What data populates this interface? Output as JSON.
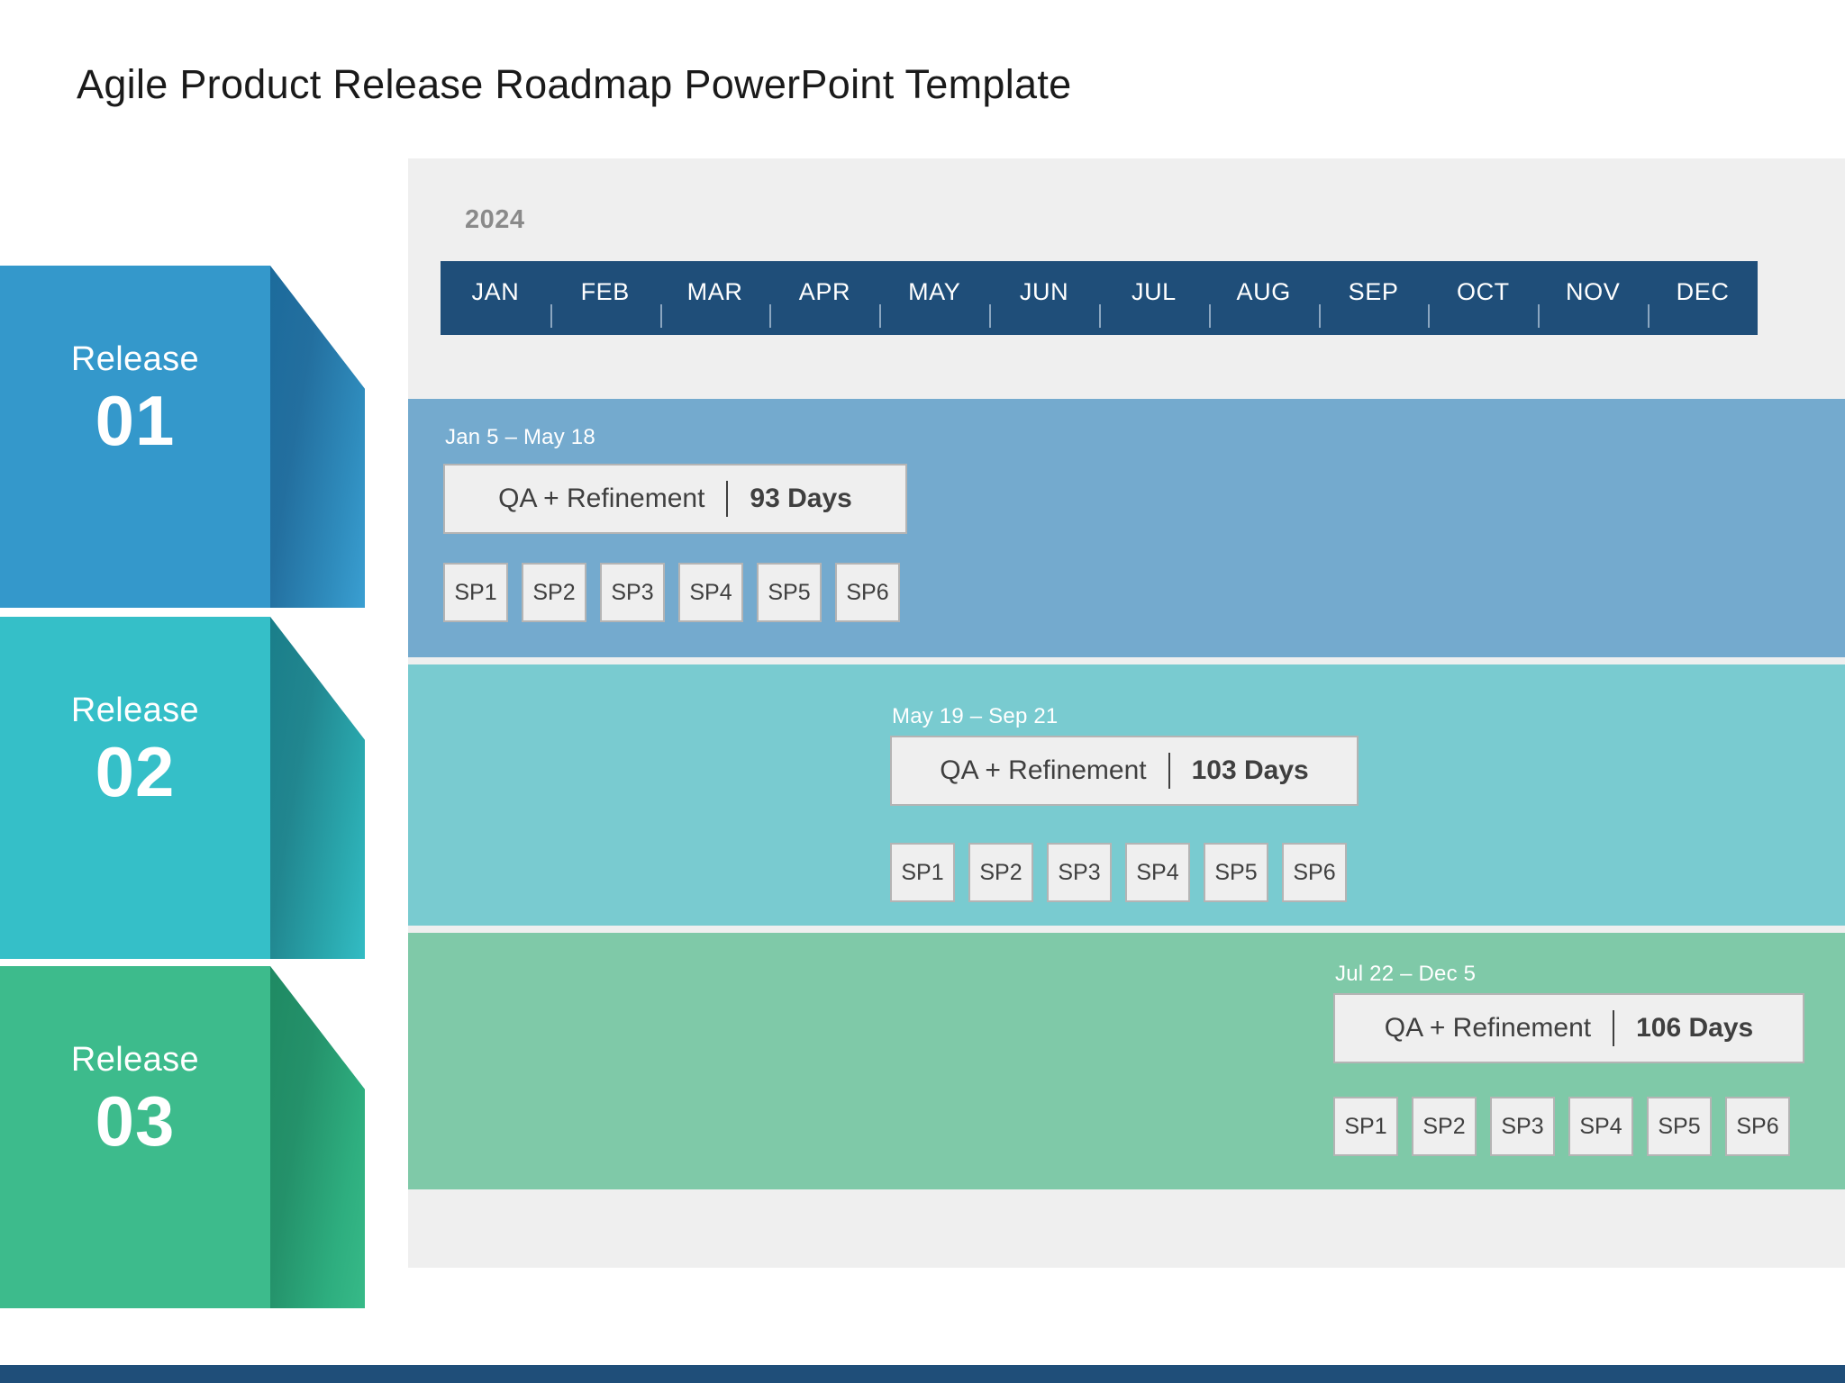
{
  "slide": {
    "title": "Agile Product Release Roadmap PowerPoint Template",
    "year": "2024"
  },
  "colors": {
    "header_bar": "#1F4E79",
    "panel_bg": "#EFEFEF",
    "release01": "#3498CB",
    "release02": "#35BFC8",
    "release03": "#3DBB8C",
    "band01": "#74AACE",
    "band02": "#79CBD0",
    "band03": "#7FC9A8",
    "box_bg": "#EFEFEF",
    "box_border": "#B4B4B4",
    "footer": "#1F4E79"
  },
  "timeline": {
    "months": [
      "JAN",
      "FEB",
      "MAR",
      "APR",
      "MAY",
      "JUN",
      "JUL",
      "AUG",
      "SEP",
      "OCT",
      "NOV",
      "DEC"
    ]
  },
  "releases": [
    {
      "title": "Release",
      "number": "01",
      "date_range": "Jan 5 – May 18",
      "phase_label": "QA + Refinement",
      "duration": "93 Days",
      "sprints": [
        "SP1",
        "SP2",
        "SP3",
        "SP4",
        "SP5",
        "SP6"
      ]
    },
    {
      "title": "Release",
      "number": "02",
      "date_range": "May 19 – Sep 21",
      "phase_label": "QA + Refinement",
      "duration": "103 Days",
      "sprints": [
        "SP1",
        "SP2",
        "SP3",
        "SP4",
        "SP5",
        "SP6"
      ]
    },
    {
      "title": "Release",
      "number": "03",
      "date_range": "Jul 22 – Dec 5",
      "phase_label": "QA + Refinement",
      "duration": "106 Days",
      "sprints": [
        "SP1",
        "SP2",
        "SP3",
        "SP4",
        "SP5",
        "SP6"
      ]
    }
  ]
}
